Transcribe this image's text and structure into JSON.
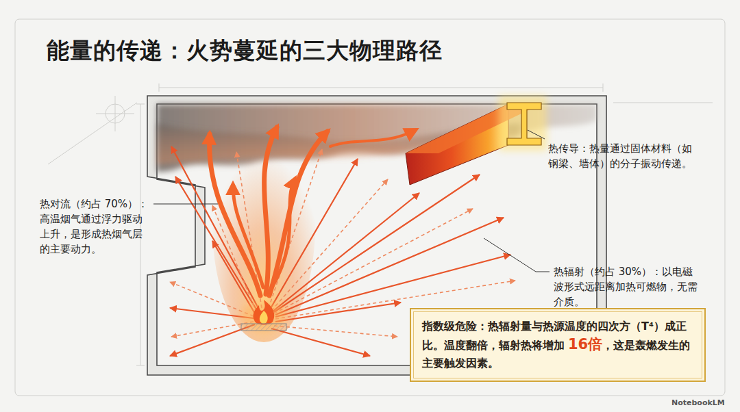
{
  "diagram": {
    "title": "能量的传递：火势蔓延的三大物理路径",
    "nodes": [
      {
        "text": [
          "指数级危险：热辐射量与热源温度的四次方（T⁴）成正比。温度翻倍，辐射热将增加",
          "16倍",
          "，这是轰燃发生的主要触发因素。"
        ]
      }
    ],
    "labels": [
      "热对流（约占 70%）：高温烟气通过浮力驱动上升，是形成热烟气层的主要动力。",
      "热传导：热量通过固体材料（如钢梁、墙体）的分子振动传递。",
      "热辐射（约占 30%）：以电磁波形式远距离加热可燃物，无需介质。",
      "NotebookLM"
    ]
  }
}
